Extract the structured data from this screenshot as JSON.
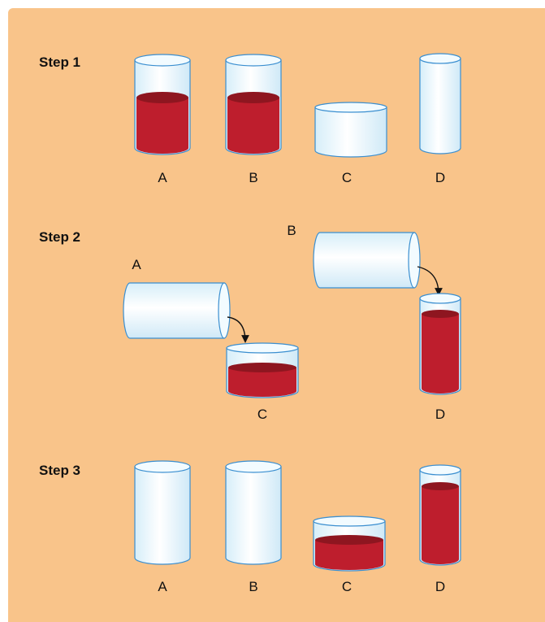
{
  "steps": [
    {
      "label": "Step 1",
      "labels": [
        "A",
        "B",
        "C",
        "D"
      ]
    },
    {
      "label": "Step 2",
      "labels": [
        "A",
        "C",
        "B",
        "D"
      ]
    },
    {
      "label": "Step 3",
      "labels": [
        "A",
        "B",
        "C",
        "D"
      ]
    }
  ],
  "colors": {
    "background": "#f9c48a",
    "liquid": "#be1e2d",
    "liquid_top": "#8e1620",
    "glass_edge": "#3b8fd0",
    "glass_fill": "#eef8fd"
  }
}
